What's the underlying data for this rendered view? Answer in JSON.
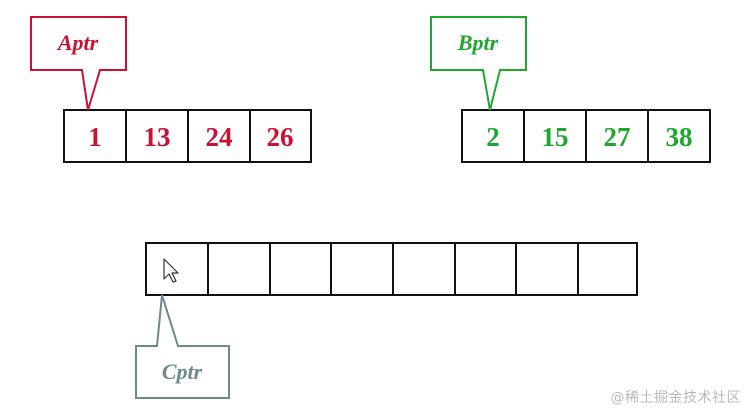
{
  "colors": {
    "array_a": "#cc1034",
    "array_b": "#1ea82e",
    "array_c": "#6d8a8a",
    "cell_border": "#111111",
    "watermark": "#b9b9b9"
  },
  "array_a": {
    "pointer_label": "Aptr",
    "values": [
      "1",
      "13",
      "24",
      "26"
    ]
  },
  "array_b": {
    "pointer_label": "Bptr",
    "values": [
      "2",
      "15",
      "27",
      "38"
    ]
  },
  "array_c": {
    "pointer_label": "Cptr",
    "cell_count": 8
  },
  "cursor": {
    "icon": "mouse-pointer-icon"
  },
  "watermark": {
    "text": "@稀土掘金技术社区"
  }
}
